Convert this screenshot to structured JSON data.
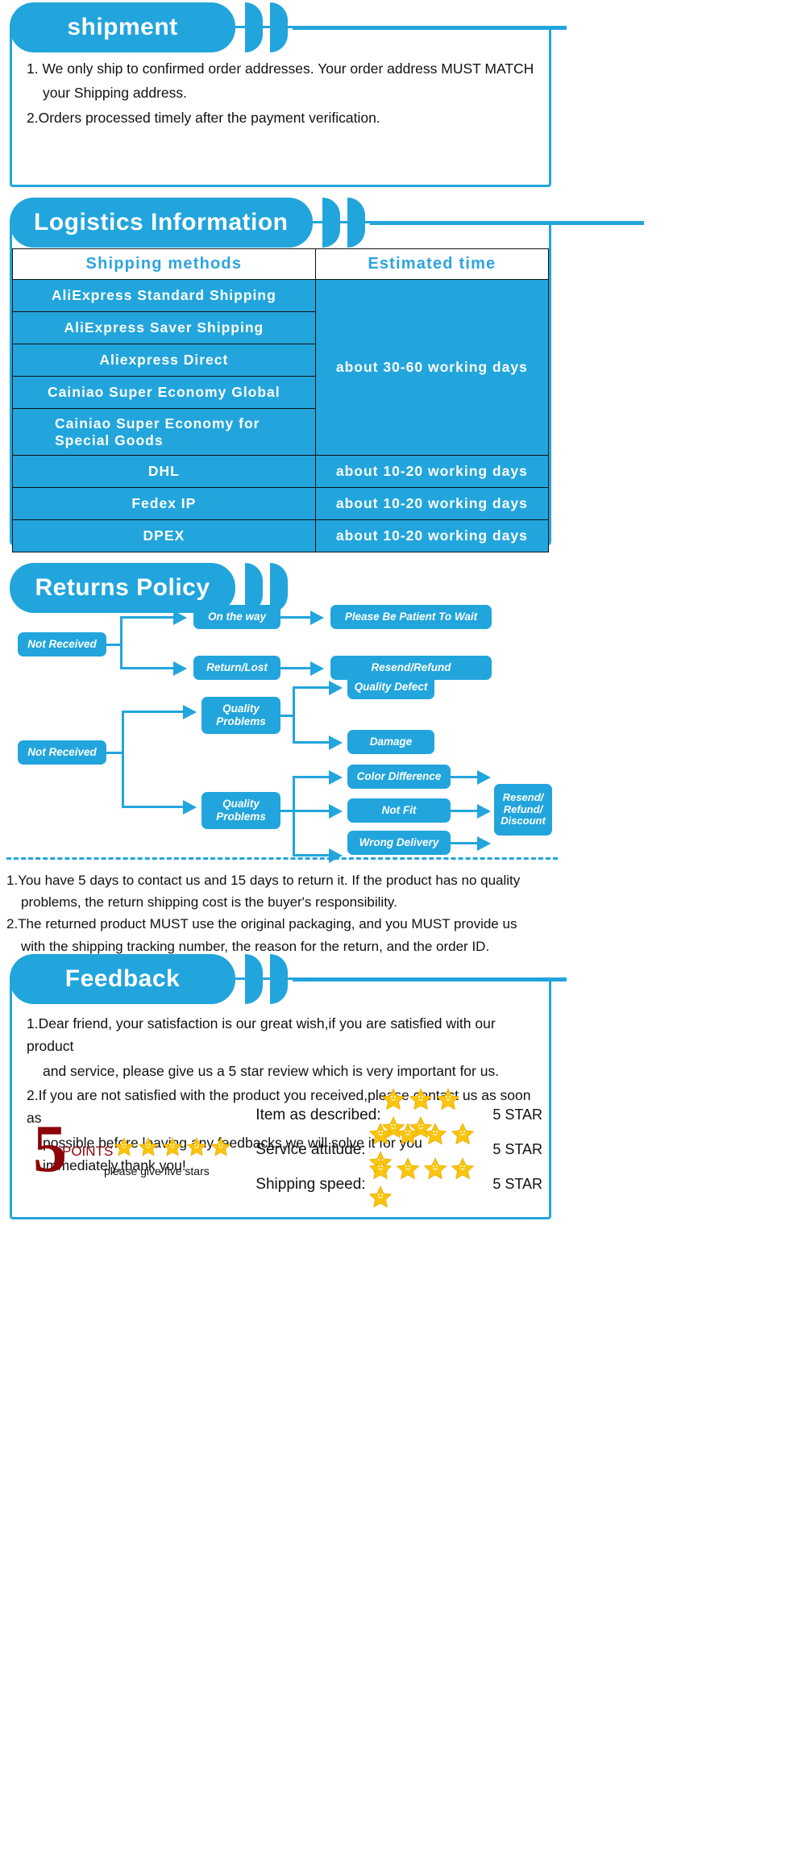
{
  "theme": {
    "accent": "#22a5dc",
    "star": "#f9c50d",
    "dark_red": "#8c0208"
  },
  "shipment": {
    "title": "shipment",
    "lines": [
      "1. We only ship to confirmed order addresses. Your order address MUST MATCH",
      "your Shipping address.",
      "2.Orders processed timely after the payment verification."
    ]
  },
  "logistics": {
    "title": "Logistics Information",
    "columns": [
      "Shipping  methods",
      "Estimated  time"
    ],
    "rows": [
      {
        "method": "AliExpress  Standard  Shipping",
        "estimated": "about 30-60 working days",
        "group": 1
      },
      {
        "method": "AliExpress  Saver  Shipping",
        "estimated": "",
        "group": 1
      },
      {
        "method": "Aliexpress  Direct",
        "estimated": "",
        "group": 1
      },
      {
        "method": "Cainiao  Super  Economy  Global",
        "estimated": "",
        "group": 1
      },
      {
        "method": "Cainiao  Super  Economy  for\nSpecial  Goods",
        "estimated": "",
        "group": 1
      },
      {
        "method": "DHL",
        "estimated": "about 10-20 working days",
        "group": 2
      },
      {
        "method": "Fedex  IP",
        "estimated": "about 10-20 working days",
        "group": 3
      },
      {
        "method": "DPEX",
        "estimated": "about 10-20 working days",
        "group": 4
      }
    ],
    "group1_estimated": "about 30-60 working days"
  },
  "returns": {
    "title": "Returns Policy",
    "flow": {
      "top_root": "Not Received",
      "top_branches": [
        {
          "stage": "On the way",
          "result": "Please Be Patient To Wait"
        },
        {
          "stage": "Return/Lost",
          "result": "Resend/Refund"
        }
      ],
      "bottom_root": "Not Received",
      "bottom_branches": [
        {
          "stage": "Quality\nProblems",
          "results": [
            "Quality Defect",
            "Damage"
          ]
        },
        {
          "stage": "Quality\nProblems",
          "results": [
            "Color Difference",
            "Not Fit",
            "Wrong Delivery"
          ]
        }
      ],
      "final": "Resend/\nRefund/\nDiscount"
    },
    "policy_lines": [
      "1.You have 5 days to contact us and 15 days to return it. If the product has no quality",
      "problems, the return shipping cost is the buyer's responsibility.",
      "2.The returned product MUST use the original packaging, and you MUST provide us",
      "with the shipping tracking number, the reason for the return, and the order ID."
    ]
  },
  "feedback": {
    "title": "Feedback",
    "lines": [
      "1.Dear friend, your satisfaction is our great wish,if you are satisfied with our product",
      "and service, please give us a 5 star review which is very important for us.",
      "2.If you are not satisfied with the product you received,please contact us as soon as",
      "possible before leaving any feedbacks,we will solve it for you immediately,thank you!"
    ],
    "badge": {
      "number": "5",
      "points_word": "POINTS",
      "caption": "please give five stars",
      "star_count": 5
    },
    "ratings": [
      {
        "label": "Item as described:",
        "stars": 5,
        "value": "5 STAR"
      },
      {
        "label": "Service attitude:",
        "stars": 5,
        "value": "5 STAR"
      },
      {
        "label": "Shipping speed:",
        "stars": 5,
        "value": "5 STAR"
      }
    ]
  }
}
